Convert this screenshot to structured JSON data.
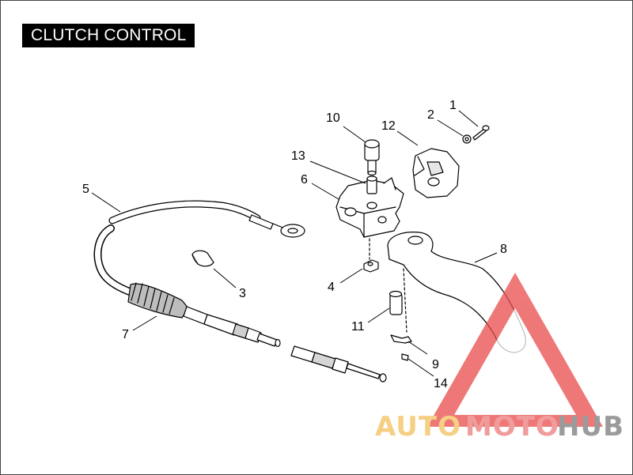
{
  "title": "CLUTCH CONTROL",
  "callouts": {
    "c1": "1",
    "c2": "2",
    "c3": "3",
    "c4": "4",
    "c5": "5",
    "c6": "6",
    "c7": "7",
    "c8": "8",
    "c9": "9",
    "c10": "10",
    "c11": "11",
    "c12": "12",
    "c13": "13",
    "c14": "14"
  },
  "watermark": {
    "part1": "AUTO",
    "part2": "MOTO",
    "part3": "HUB",
    "colors": {
      "auto": "#f2bf5a",
      "moto": "#ec7b7b",
      "hub": "#7a7a7a",
      "triangle": "#e94b4b"
    }
  }
}
